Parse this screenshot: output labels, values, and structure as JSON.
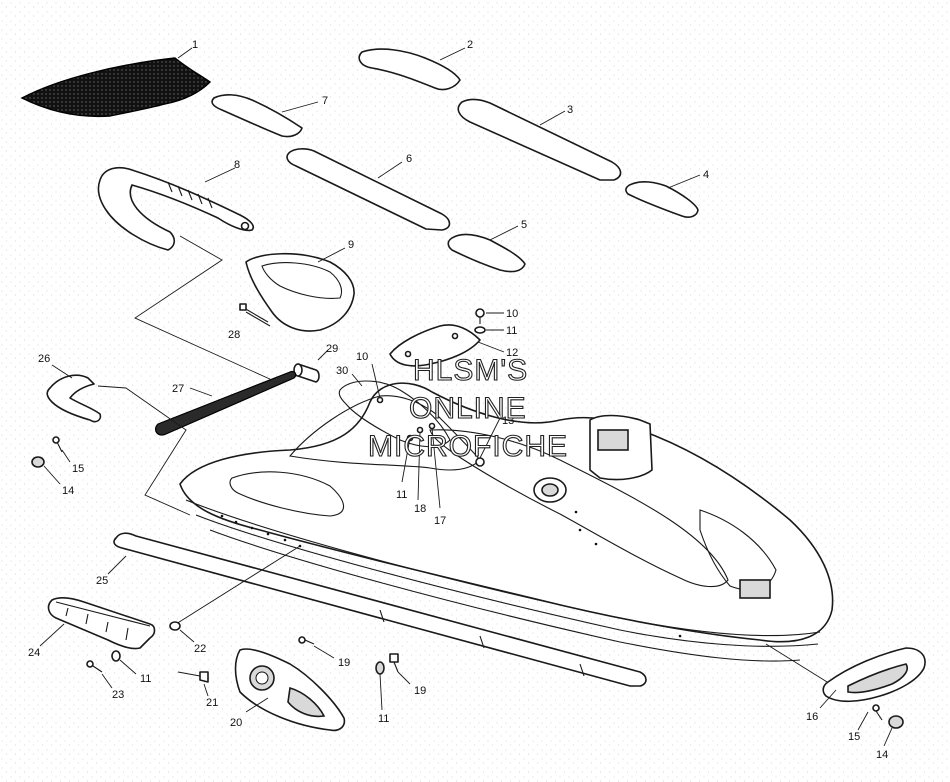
{
  "watermark": {
    "line1": "HLSM'S",
    "line2": "ONLINE",
    "line3": "MICROFICHE"
  },
  "labels": {
    "l1": "1",
    "l2": "2",
    "l3": "3",
    "l4": "4",
    "l5": "5",
    "l6": "6",
    "l7": "7",
    "l8": "8",
    "l9": "9",
    "l10a": "10",
    "l10b": "10",
    "l11a": "11",
    "l11b": "11",
    "l11c": "11",
    "l11d": "11",
    "l12": "12",
    "l13": "13",
    "l14a": "14",
    "l14b": "14",
    "l15a": "15",
    "l15b": "15",
    "l16": "16",
    "l17": "17",
    "l18": "18",
    "l19a": "19",
    "l19b": "19",
    "l20": "20",
    "l21": "21",
    "l22": "22",
    "l23": "23",
    "l24": "24",
    "l25": "25",
    "l26": "26",
    "l27": "27",
    "l28": "28",
    "l29": "29",
    "l30": "30"
  }
}
